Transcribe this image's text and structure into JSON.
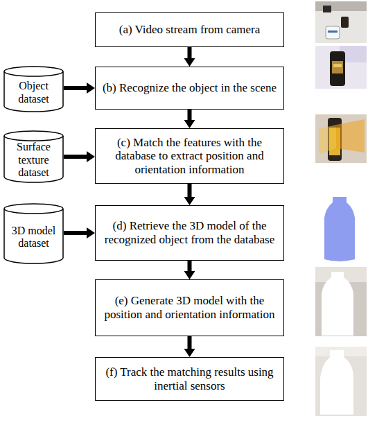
{
  "diagram": {
    "nodes": [
      {
        "text": [
          "(a) Video stream from camera"
        ]
      },
      {
        "text": [
          "Object dataset"
        ]
      },
      {
        "text": [
          "(b) Recognize the object in the scene"
        ]
      },
      {
        "text": [
          "Surface texture dataset"
        ]
      },
      {
        "text": [
          "(c) Match the features with the database to extract position and orientation information"
        ]
      },
      {
        "text": [
          "3D model dataset"
        ]
      },
      {
        "text": [
          "(d) Retrieve the 3D model of the recognized object from the database"
        ]
      },
      {
        "text": [
          "(e) Generate 3D model with the position and orientation information"
        ]
      },
      {
        "text": [
          "(f) Track the matching results using inertial sensors"
        ]
      }
    ],
    "edges": [
      {
        "from": 0,
        "to": 2,
        "arrow": "to"
      },
      {
        "from": 1,
        "to": 2,
        "arrow": "to"
      },
      {
        "from": 2,
        "to": 4,
        "arrow": "to"
      },
      {
        "from": 3,
        "to": 4,
        "arrow": "to"
      },
      {
        "from": 4,
        "to": 6,
        "arrow": "to"
      },
      {
        "from": 5,
        "to": 6,
        "arrow": "to"
      },
      {
        "from": 6,
        "to": 7,
        "arrow": "to"
      },
      {
        "from": 7,
        "to": 8,
        "arrow": "to"
      }
    ]
  }
}
